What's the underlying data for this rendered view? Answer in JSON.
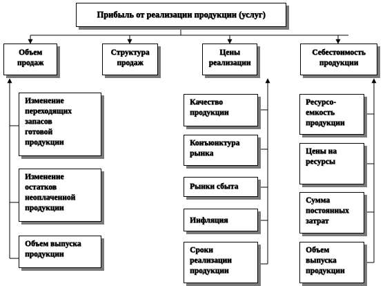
{
  "top": "Прибыль от реализации продукции (услуг)",
  "columns": [
    {
      "header": "Объем\nпродаж",
      "items": [
        "Изменение\nпереходящих\nзапасов\nготовой\nпродукции",
        "Изменение\nостатков\nнеоплаченной\nпродукции",
        "Объем выпуска\nпродукции"
      ]
    },
    {
      "header": "Структура\nпродаж",
      "items": []
    },
    {
      "header": "Цены\nреализации",
      "items": [
        "Качество\nпродукции",
        "Конъюнктура\nрынка",
        "Рынки сбыта",
        "Инфляция",
        "Сроки\nреализации\nпродукции"
      ]
    },
    {
      "header": "Себестоимость\nпродукции",
      "items": [
        "Ресурсо-\nемкость\nпродукции",
        "Цены на\nресурсы",
        "Сумма\nпостоянных\nзатрат",
        "Объем\nвыпуска\nпродукции"
      ]
    }
  ]
}
